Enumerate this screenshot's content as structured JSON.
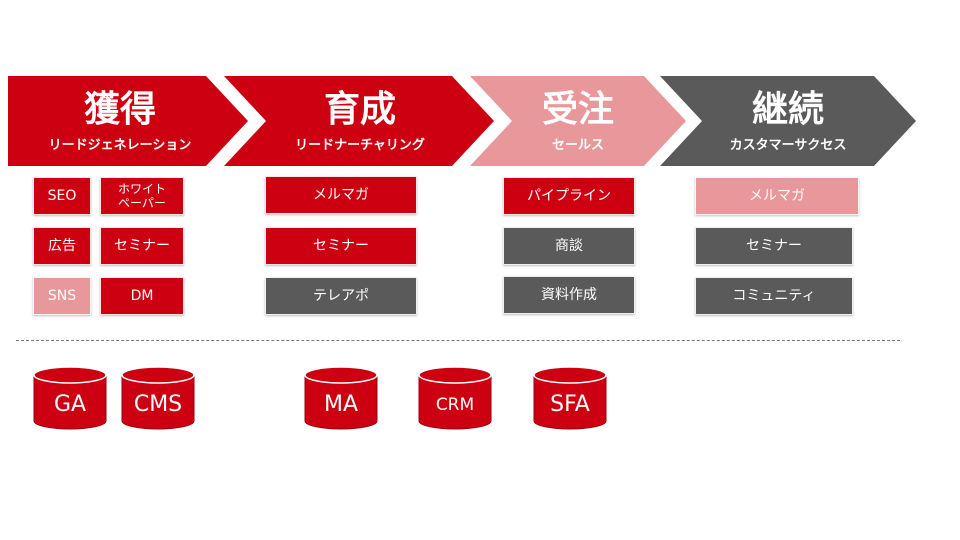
{
  "colors": {
    "red": "#cc0011",
    "pink": "#e8979a",
    "gray": "#5a5a5a",
    "white": "#ffffff"
  },
  "stages": [
    {
      "title": "獲得",
      "subtitle": "リードジェネレーション",
      "color": "red"
    },
    {
      "title": "育成",
      "subtitle": "リードナーチャリング",
      "color": "red"
    },
    {
      "title": "受注",
      "subtitle": "セールス",
      "color": "pink"
    },
    {
      "title": "継続",
      "subtitle": "カスタマーサクセス",
      "color": "gray"
    }
  ],
  "boxes": {
    "seo": {
      "label": "SEO",
      "color": "red"
    },
    "whitepaper": {
      "label": "ホワイト\nペーパー",
      "color": "red"
    },
    "ads": {
      "label": "広告",
      "color": "red"
    },
    "seminar_acq": {
      "label": "セミナー",
      "color": "red"
    },
    "sns": {
      "label": "SNS",
      "color": "pink"
    },
    "dm": {
      "label": "DM",
      "color": "red"
    },
    "mailmag_nurt": {
      "label": "メルマガ",
      "color": "red"
    },
    "seminar_nurt": {
      "label": "セミナー",
      "color": "red"
    },
    "teleapo": {
      "label": "テレアポ",
      "color": "gray"
    },
    "pipeline": {
      "label": "パイプライン",
      "color": "red"
    },
    "negotiation": {
      "label": "商談",
      "color": "gray"
    },
    "documents": {
      "label": "資料作成",
      "color": "gray"
    },
    "mailmag_cs": {
      "label": "メルマガ",
      "color": "pink"
    },
    "seminar_cs": {
      "label": "セミナー",
      "color": "gray"
    },
    "community": {
      "label": "コミュニティ",
      "color": "gray"
    }
  },
  "tools": [
    {
      "label": "GA"
    },
    {
      "label": "CMS"
    },
    {
      "label": "MA"
    },
    {
      "label": "CRM"
    },
    {
      "label": "SFA"
    }
  ]
}
